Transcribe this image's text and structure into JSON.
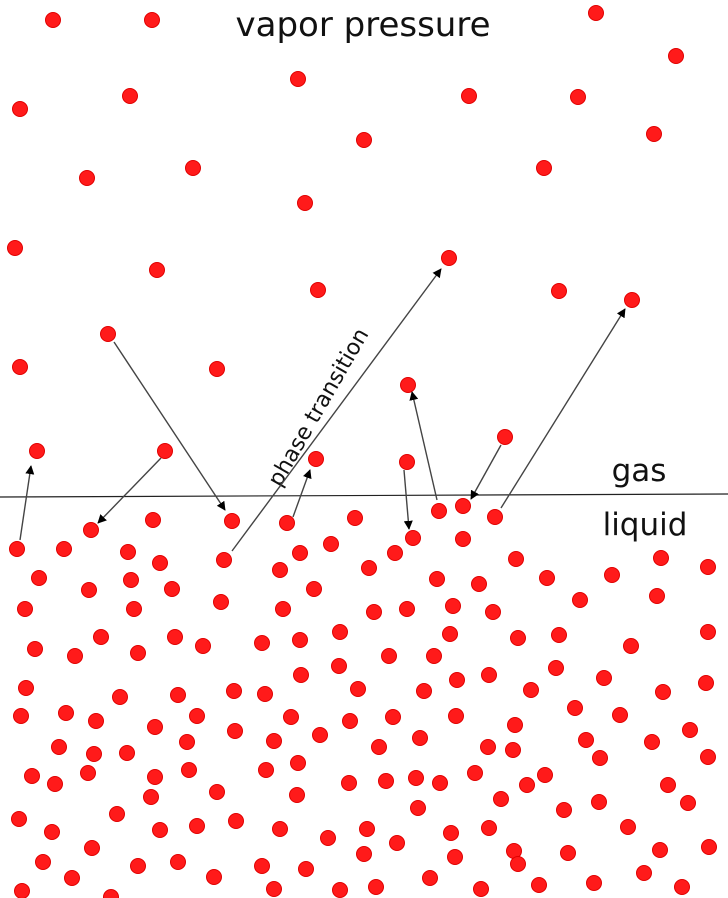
{
  "title": "vapor pressure",
  "phase_labels": {
    "upper": "gas",
    "lower": "liquid"
  },
  "arrow_label": "phase transition",
  "colors": {
    "particle": "#ff1a1a",
    "particle_edge": "#e00000",
    "line": "#222222",
    "arrow": "#444444",
    "background": "#ffffff"
  }
}
